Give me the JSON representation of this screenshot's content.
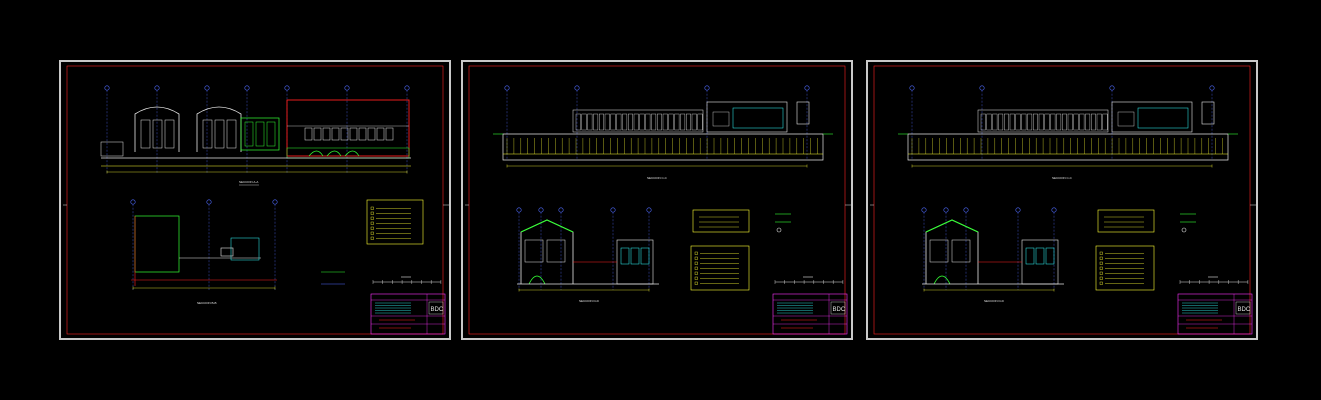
{
  "sheets": [
    {
      "id": "sheet-1",
      "logo": "BDC",
      "labels": {
        "section_top": "SECCION A-A",
        "section_bottom": "SECCION B-B"
      }
    },
    {
      "id": "sheet-2",
      "logo": "BDC",
      "labels": {
        "section_top": "SECCION C-C",
        "section_bottom": "SECCION D-D"
      }
    },
    {
      "id": "sheet-3",
      "logo": "BDC",
      "labels": {
        "section_top": "SECCION C-C",
        "section_bottom": "SECCION D-D"
      }
    }
  ],
  "colors": {
    "background": "#000000",
    "border": "#c9c9c9",
    "red": "#ff2020",
    "yellow": "#ffff33",
    "green": "#33ff33",
    "blue": "#4f6bff",
    "magenta": "#ff33ff",
    "cyan": "#33ffff",
    "white": "#e6e6e6"
  }
}
